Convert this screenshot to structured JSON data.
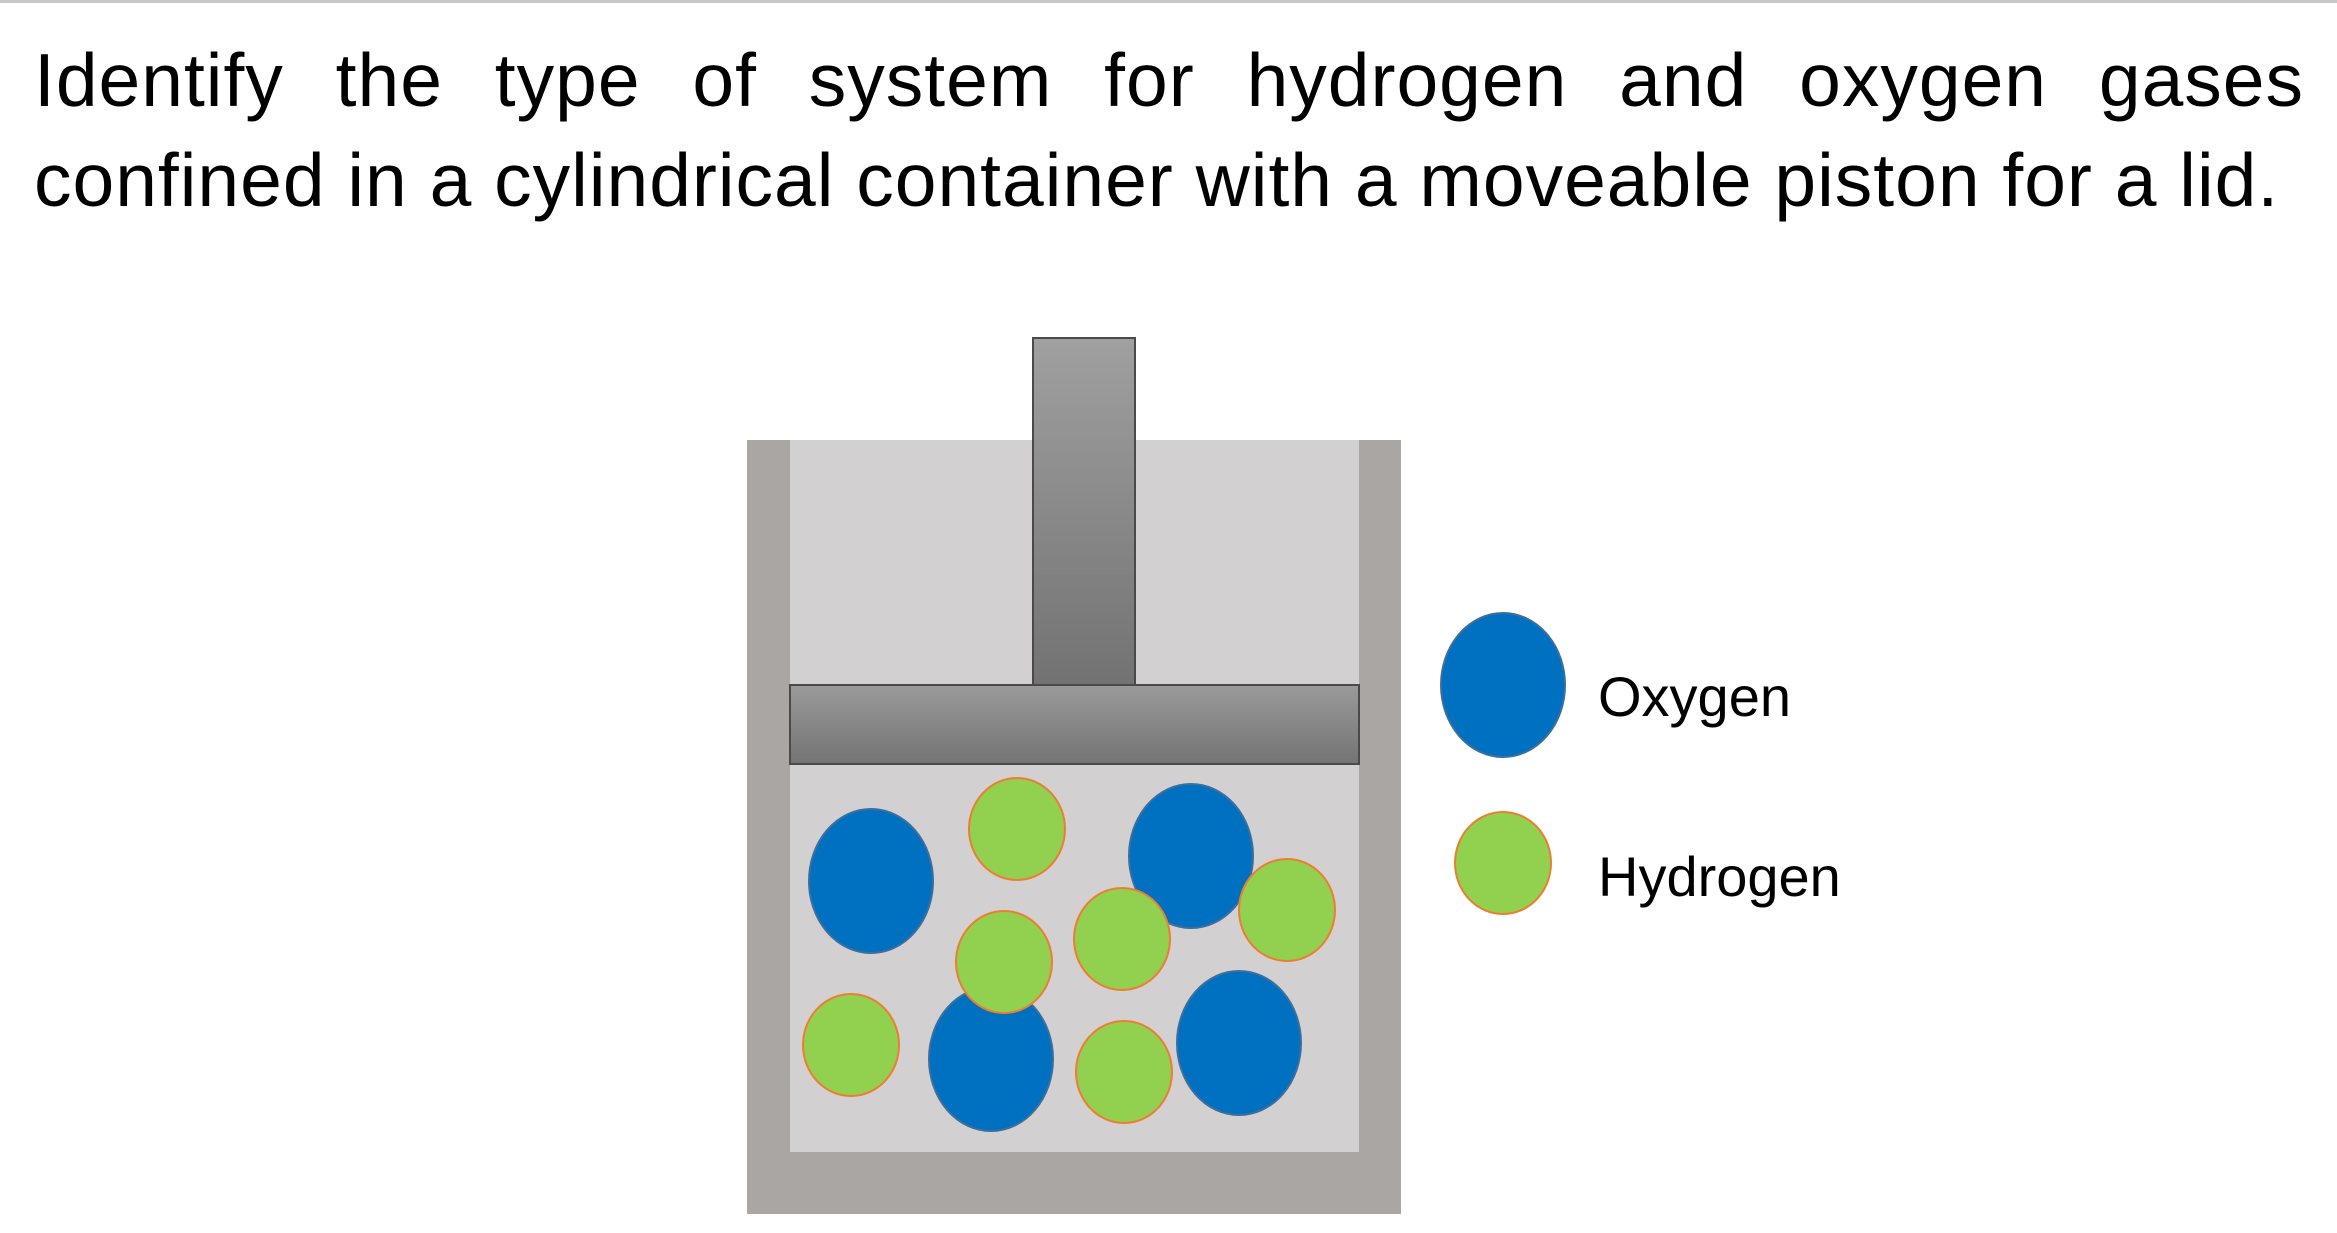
{
  "question": {
    "text": "Identify the type of system for hydrogen and oxygen gases confined in a cylindrical container with a moveable piston for a lid."
  },
  "legend": {
    "oxygen_label": "Oxygen",
    "hydrogen_label": "Hydrogen"
  },
  "colors": {
    "oxygen": "#0070c0",
    "hydrogen": "#92d050",
    "hydrogen_outline": "#ed7d31",
    "container_wall": "#aaa6a4",
    "container_inside": "#d2d0d1",
    "piston": "#808080"
  }
}
